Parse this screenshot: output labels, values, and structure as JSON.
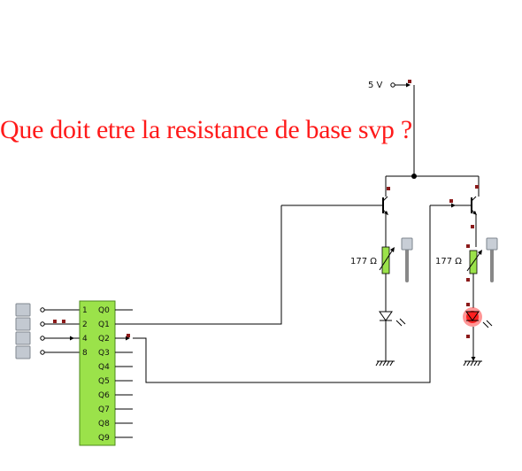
{
  "question": "Que doit etre la resistance de base svp ?",
  "supply_label": "5 V",
  "resistor_left_value": "177 Ω",
  "resistor_right_value": "177 Ω",
  "counter": {
    "inputs": [
      "1",
      "2",
      "4",
      "8"
    ],
    "outputs": [
      "Q0",
      "Q1",
      "Q2",
      "Q3",
      "Q4",
      "Q5",
      "Q6",
      "Q7",
      "Q8",
      "Q9"
    ]
  },
  "colors": {
    "question": "#ff1a1a",
    "decoder_fill": "#9be24a",
    "resistor_fill": "#9be24a",
    "led_on": "#ff2020",
    "marker": "#8b1a1a"
  }
}
